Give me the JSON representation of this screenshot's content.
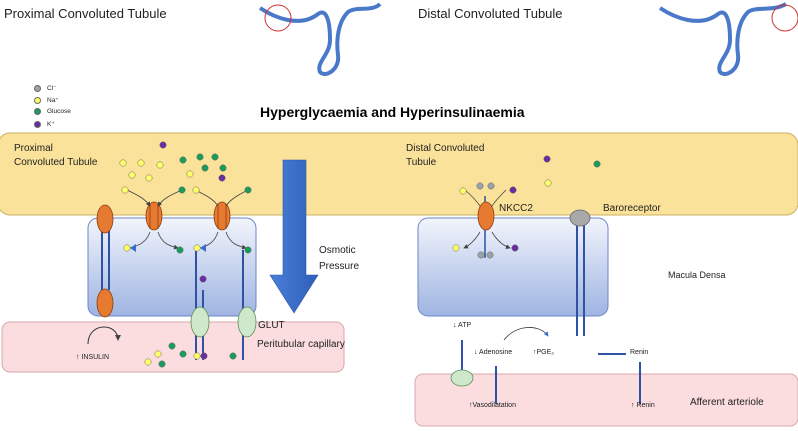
{
  "headers": {
    "pct": "Proximal Convoluted Tubule",
    "dct": "Distal Convoluted Tubule"
  },
  "title": "Hyperglycaemia and Hyperinsulinaemia",
  "legend": [
    {
      "label": "Cl⁻",
      "color": "#9aa3a8"
    },
    {
      "label": "Na⁺",
      "color": "#ffff66"
    },
    {
      "label": "Glucose",
      "color": "#1a9c5a"
    },
    {
      "label": "K⁺",
      "color": "#6a2ca0"
    }
  ],
  "labels": {
    "pct_lumen": "Proximal\nConvoluted Tubule",
    "dct_lumen": "Distal Convoluted\nTubule",
    "osmotic": "Osmotic\nPressure",
    "glut": "GLUT",
    "peritubular": "Peritubular capillary",
    "insulin": "↑ INSULIN",
    "nkcc2": "NKCC2",
    "baroreceptor": "Baroreceptor",
    "macula_densa": "Macula Densa",
    "atp": "↓ ATP",
    "adenosine": "↓ Adenosine",
    "pge2": "↑PGE₂",
    "renin_top": "Renin",
    "vasodilatation": "↑Vasodilatation",
    "renin_bottom": "↑ Renin",
    "afferent": "Afferent arteriole"
  },
  "colors": {
    "lumen": "#fbe29a",
    "capillary": "#fbdde0",
    "cell_top": "#eef2fb",
    "cell_bottom": "#a9bce6",
    "transporter": "#e67a30",
    "glut": "#cfe8cc",
    "arrow": "#3a6fcf",
    "line": "#2f52a5"
  }
}
